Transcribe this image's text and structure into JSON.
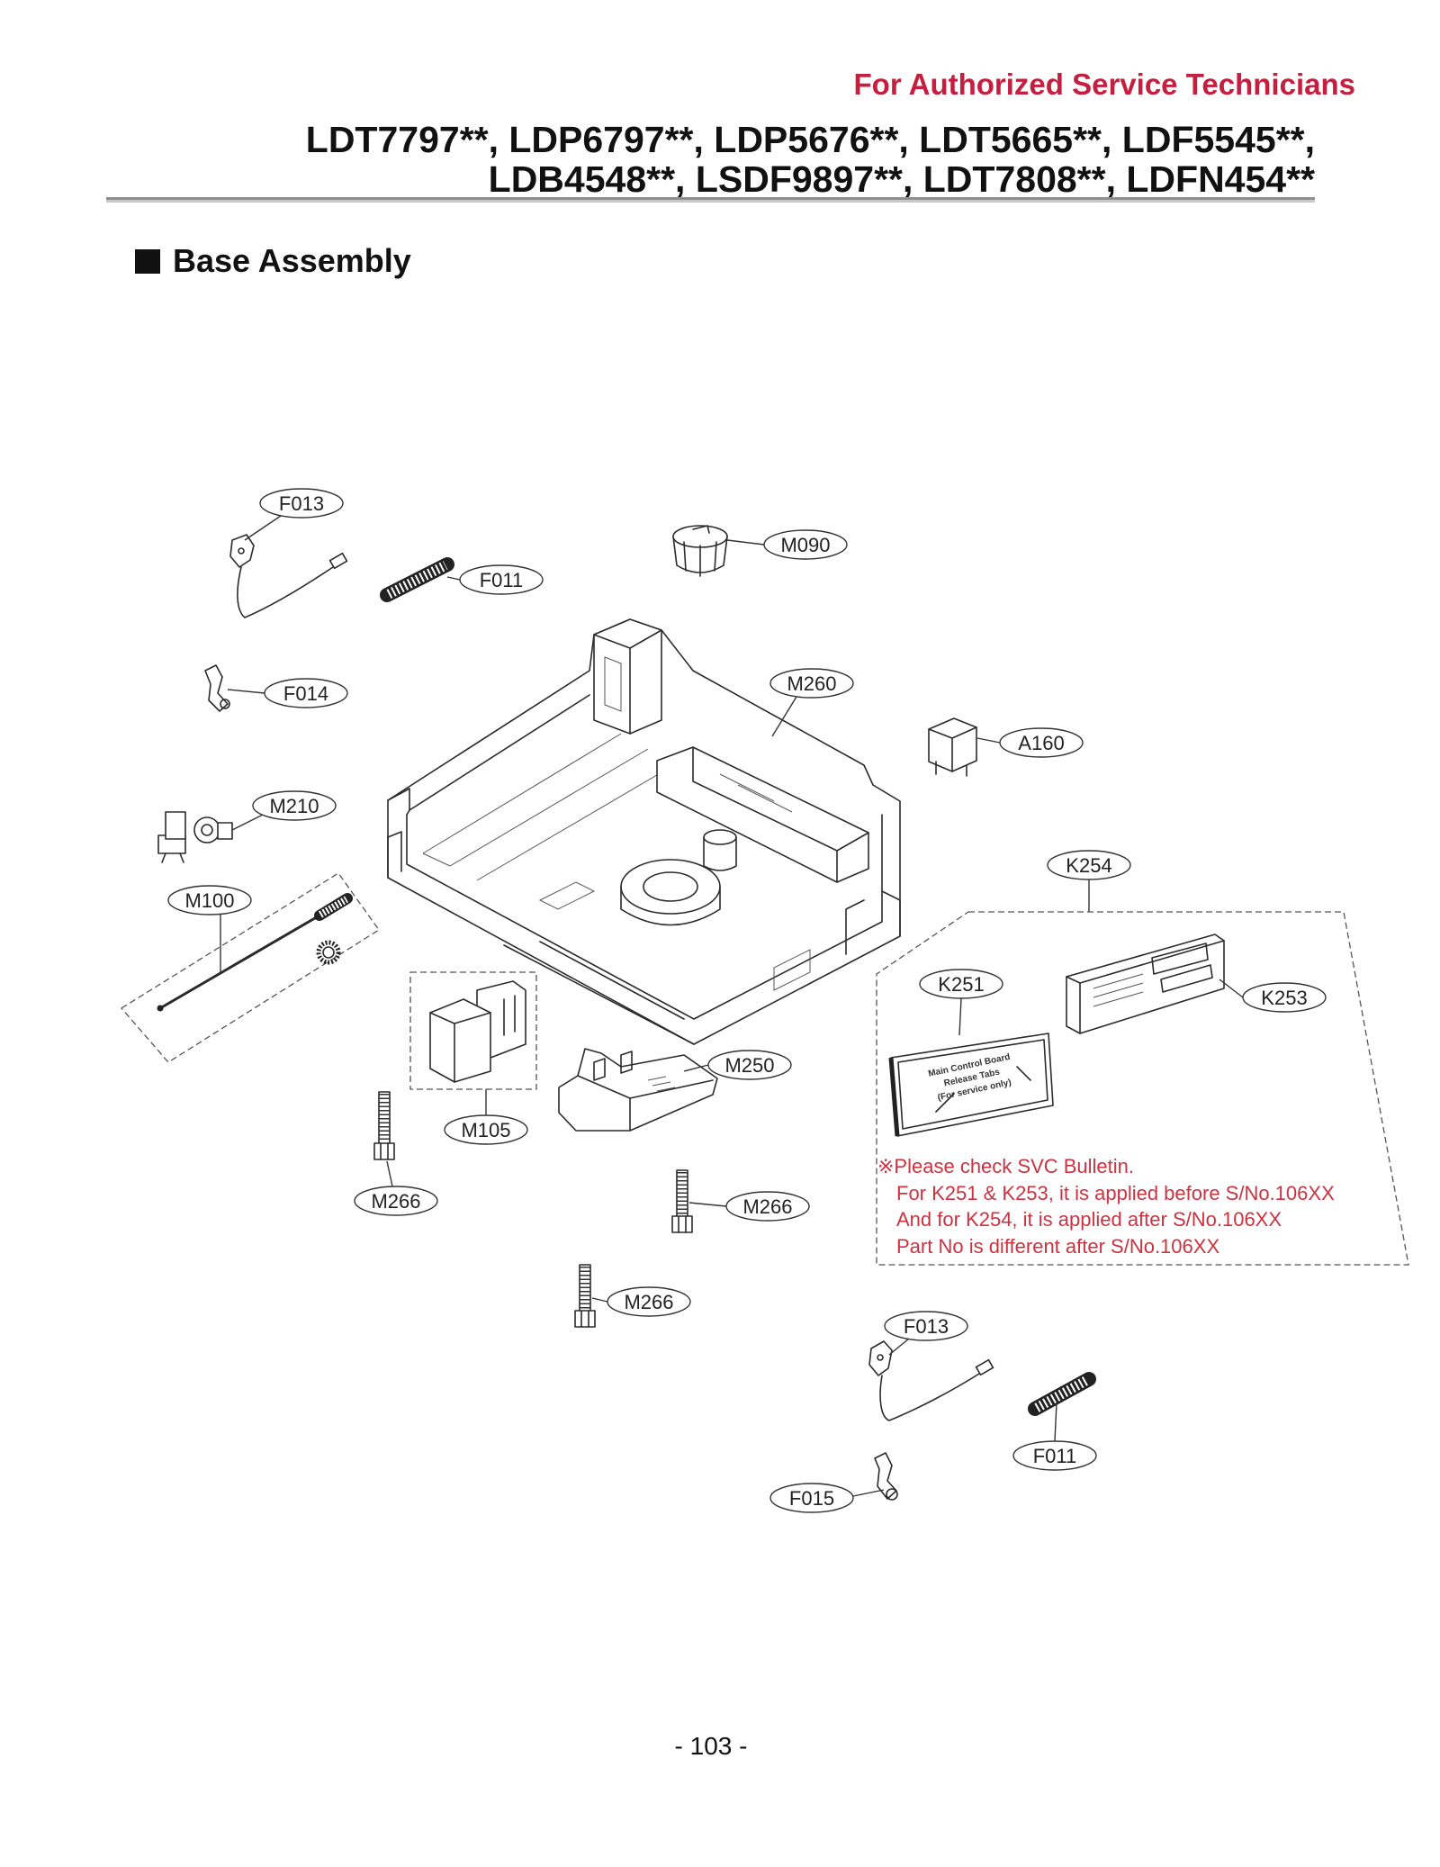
{
  "header": {
    "notice": "For Authorized Service Technicians",
    "models_line1": "LDT7797**, LDP6797**, LDP5676**, LDT5665**, LDF5545**,",
    "models_line2": "LDB4548**, LSDF9897**, LDT7808**, LDFN454**"
  },
  "section": {
    "title": "Base Assembly"
  },
  "diagram": {
    "callouts": [
      {
        "label": "F013"
      },
      {
        "label": "F011"
      },
      {
        "label": "M090"
      },
      {
        "label": "F014"
      },
      {
        "label": "M260"
      },
      {
        "label": "A160"
      },
      {
        "label": "M210"
      },
      {
        "label": "M100"
      },
      {
        "label": "K254"
      },
      {
        "label": "K251"
      },
      {
        "label": "K253"
      },
      {
        "label": "M250"
      },
      {
        "label": "M105"
      },
      {
        "label": "M266"
      },
      {
        "label": "M266"
      },
      {
        "label": "M266"
      },
      {
        "label": "F013"
      },
      {
        "label": "F011"
      },
      {
        "label": "F015"
      }
    ],
    "board_text": [
      "Main Control Board",
      "Release Tabs",
      "(For service only)"
    ],
    "note_lines": [
      "※Please check SVC Bulletin.",
      "For K251 & K253, it is applied before S/No.106XX",
      "And for K254, it is applied after S/No.106XX",
      "Part No is different after S/No.106XX"
    ]
  },
  "footer": {
    "page_number": "- 103 -"
  },
  "colors": {
    "notice": "#c41f3e",
    "note": "#cc3340",
    "ink": "#222222",
    "rule": "#a6a6a6"
  }
}
